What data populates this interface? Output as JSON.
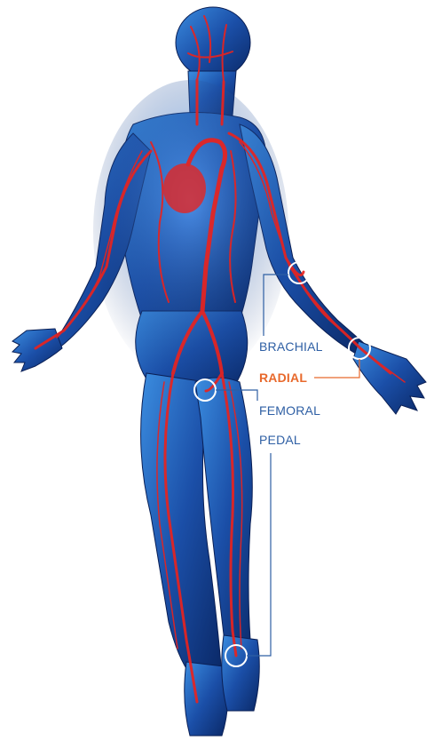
{
  "colors": {
    "label_blue": "#2e5fa4",
    "label_highlight": "#e8692c",
    "body_dark": "#0a2a6e",
    "body_light": "#2f7fd6",
    "vessel_red": "#e8231f",
    "marker": "#ffffff"
  },
  "labels": {
    "brachial": "BRACHIAL",
    "radial": "RADIAL",
    "femoral": "FEMORAL",
    "pedal": "PEDAL"
  },
  "highlighted": "radial",
  "icons": {
    "figure": "human-circulatory-system-illustration"
  }
}
